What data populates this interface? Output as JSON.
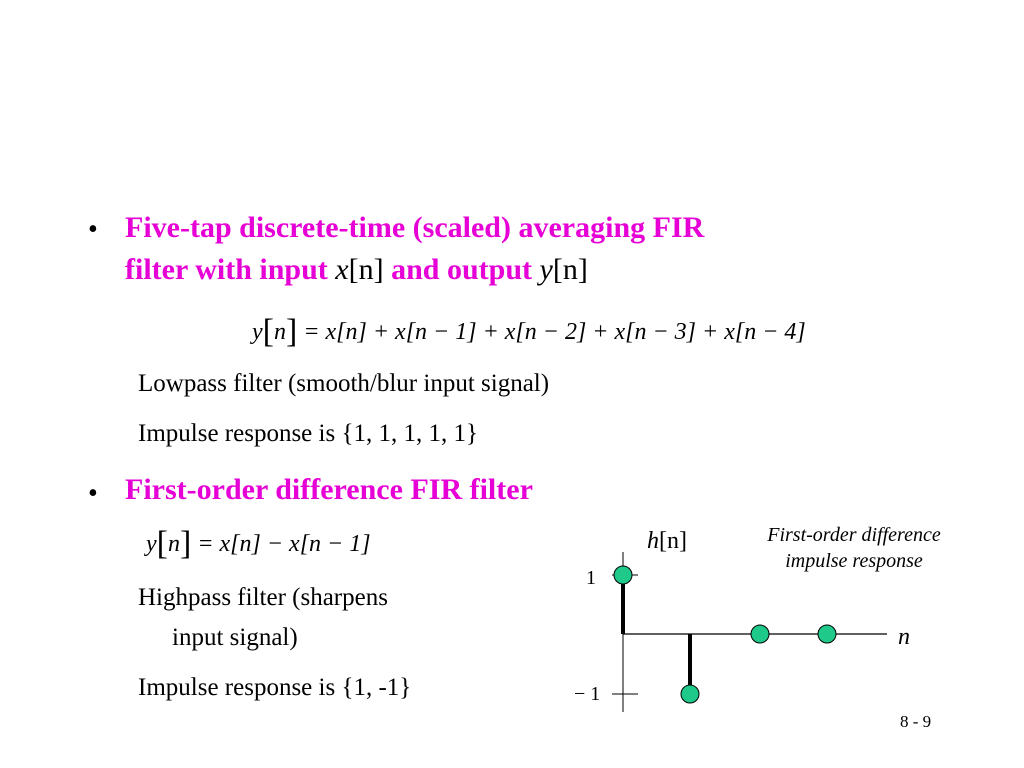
{
  "slide": {
    "bullet_glyph": "•",
    "point1": {
      "heading_line1": "Five-tap discrete-time (scaled) averaging FIR",
      "heading_line2_pre": "filter with input",
      "input_var": "x",
      "input_idx": "[n]",
      "heading_and": "and output",
      "output_var": "y",
      "output_idx": "[n]",
      "equation": {
        "lhs_var": "y",
        "lhs_open": "[",
        "lhs_n": "n",
        "lhs_close": "]",
        "rhs": "= x[n] + x[n − 1] + x[n − 2] + x[n − 3] + x[n − 4]"
      },
      "line1": "Lowpass filter (smooth/blur input signal)",
      "line2": "Impulse response is {1, 1, 1, 1, 1}"
    },
    "point2": {
      "heading": "First-order difference FIR filter",
      "equation": {
        "lhs_var": "y",
        "lhs_open": "[",
        "lhs_n": "n",
        "lhs_close": "]",
        "rhs": "= x[n] − x[n − 1]"
      },
      "line1a": "Highpass filter (sharpens",
      "line1b": "input signal)",
      "line2": "Impulse response is {1, -1}"
    },
    "plot": {
      "ylabel_var": "h",
      "ylabel_idx": "[n]",
      "xlabel": "n",
      "tick_pos": "1",
      "tick_neg": "− 1",
      "caption_line1": "First-order difference",
      "caption_line2": "impulse response",
      "colors": {
        "marker": "#1ec98a",
        "stem": "#000000"
      },
      "values": [
        1,
        -1,
        0,
        0
      ]
    },
    "page_number": "8 - 9"
  }
}
